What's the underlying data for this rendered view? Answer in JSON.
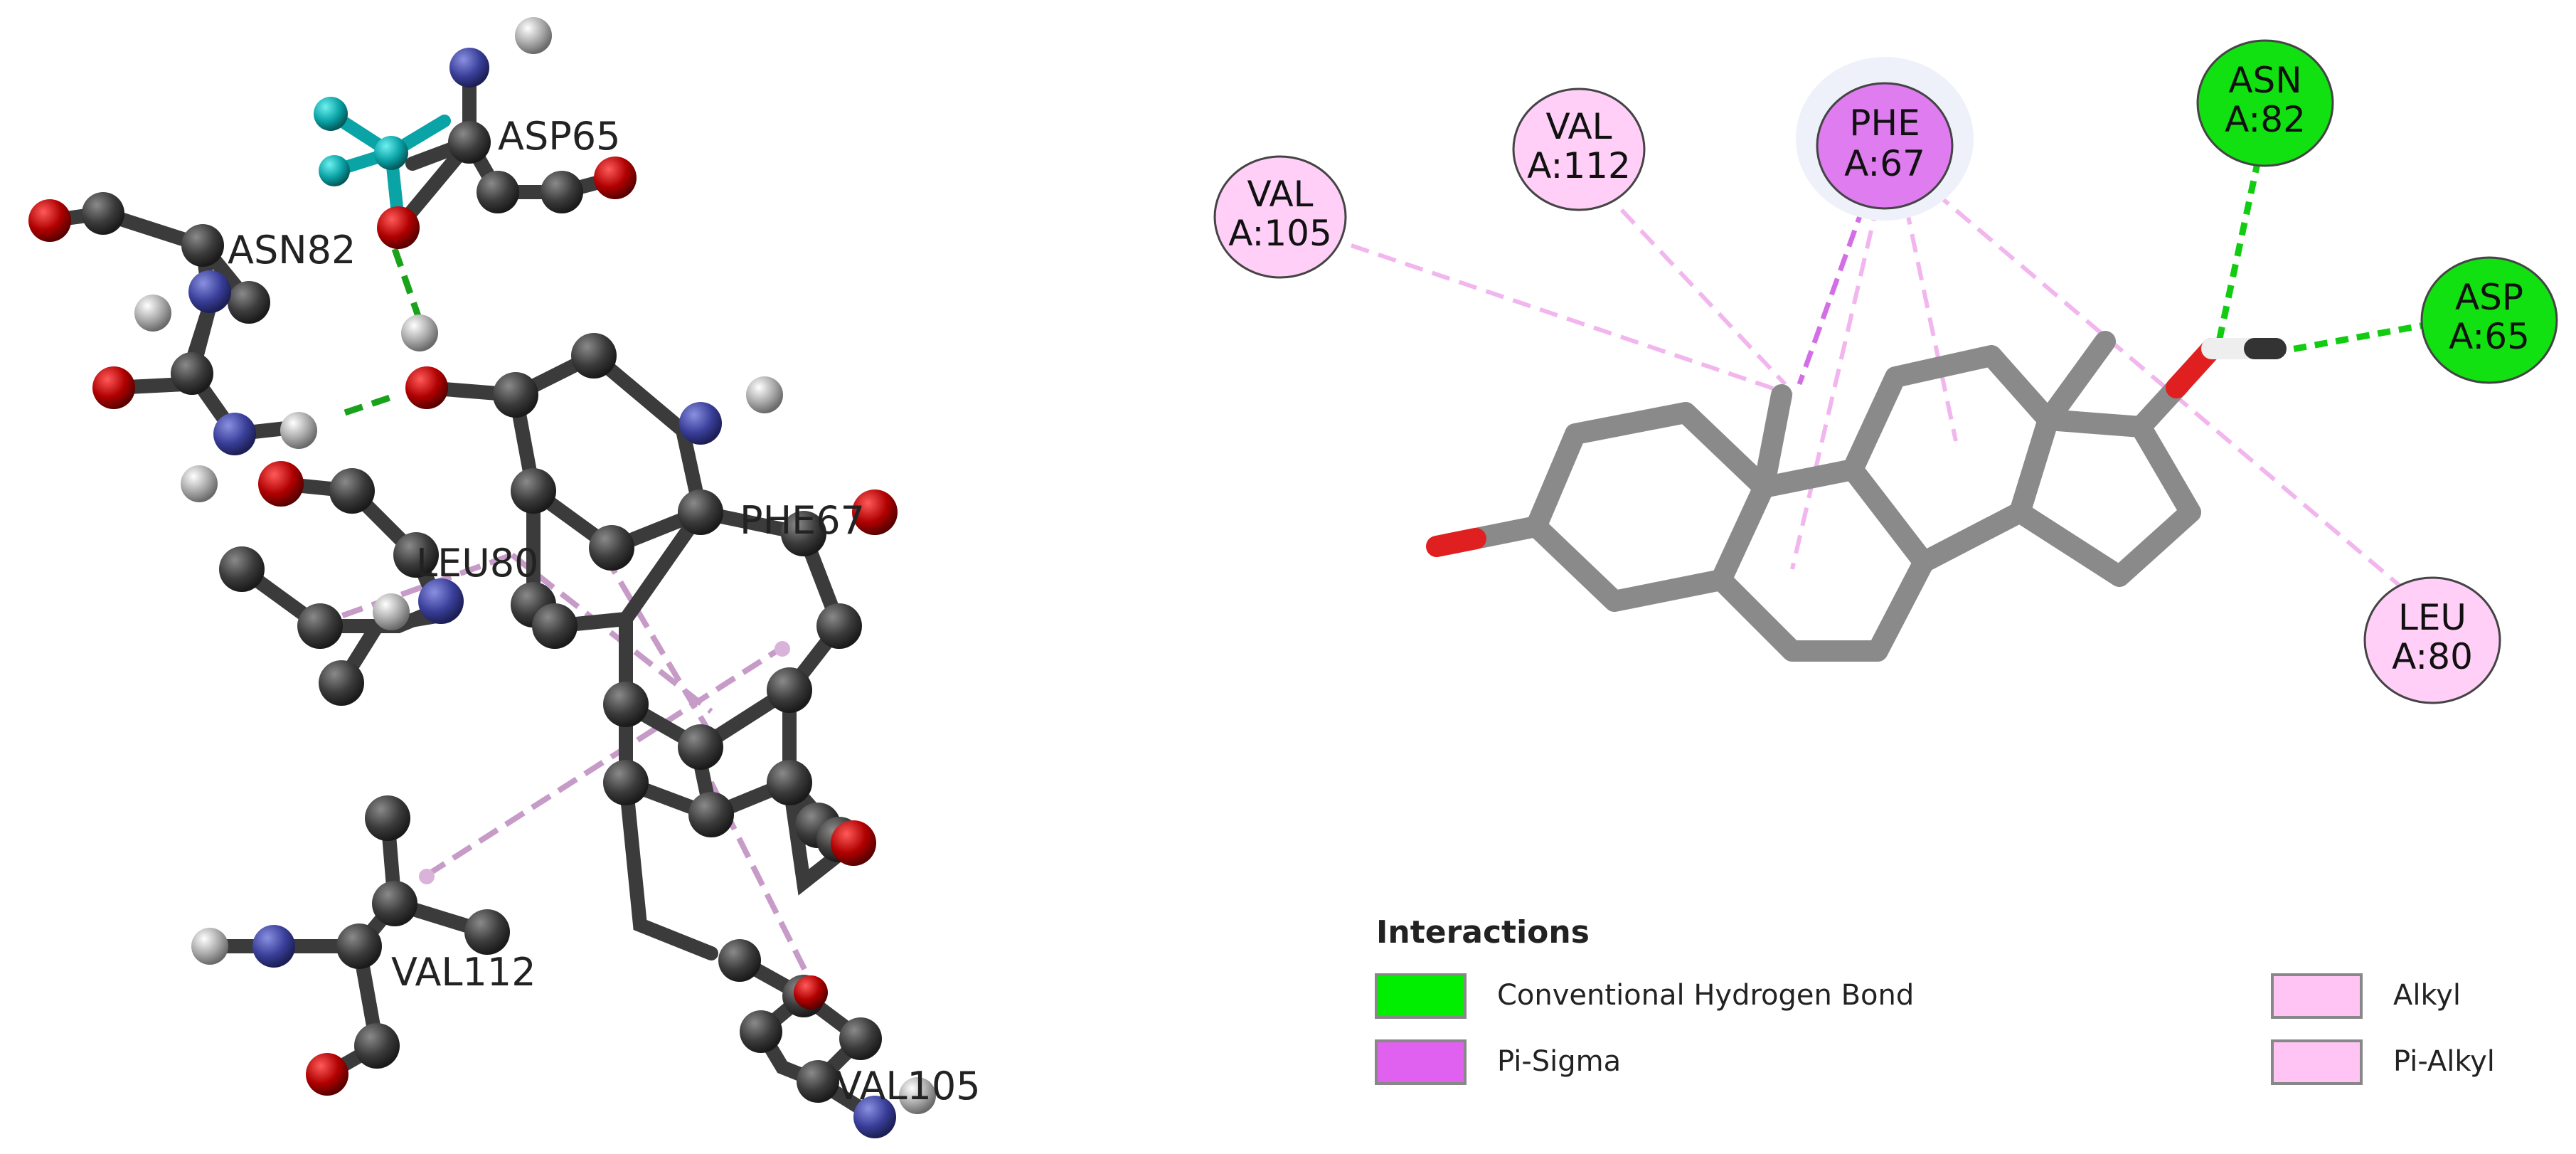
{
  "left_panel": {
    "residue_labels": [
      {
        "id": "asp65",
        "text": "ASP65"
      },
      {
        "id": "asn82",
        "text": "ASN82"
      },
      {
        "id": "leu80",
        "text": "LEU80"
      },
      {
        "id": "phe67",
        "text": "PHE67"
      },
      {
        "id": "val112",
        "text": "VAL112"
      },
      {
        "id": "val105",
        "text": "VAL105"
      }
    ],
    "atom_colors": {
      "carbon": "#3b3b3b",
      "oxygen": "#b00000",
      "nitrogen": "#3a3f9a",
      "hydrogen": "#9a9a9a",
      "fluorine": "#0aa3a6",
      "hbond": "#1aa31a",
      "pi_contact": "#c79bc7"
    }
  },
  "right_panel": {
    "residues": [
      {
        "id": "val105",
        "name": "VAL",
        "position": "A:105",
        "type": "Alkyl"
      },
      {
        "id": "val112",
        "name": "VAL",
        "position": "A:112",
        "type": "Alkyl"
      },
      {
        "id": "phe67",
        "name": "PHE",
        "position": "A:67",
        "type": "Pi-Sigma"
      },
      {
        "id": "asn82",
        "name": "ASN",
        "position": "A:82",
        "type": "Conventional Hydrogen Bond"
      },
      {
        "id": "asp65",
        "name": "ASP",
        "position": "A:65",
        "type": "Conventional Hydrogen Bond"
      },
      {
        "id": "leu80",
        "name": "LEU",
        "position": "A:80",
        "type": "Alkyl"
      }
    ],
    "ligand_colors": {
      "bond": "#8a8a8a",
      "oxygen": "#e02020",
      "hydrogen": "#eeeeee"
    }
  },
  "legend": {
    "title": "Interactions",
    "items": [
      {
        "label": "Conventional Hydrogen Bond",
        "color": "#00ee00"
      },
      {
        "label": "Pi-Sigma",
        "color": "#e060f0"
      },
      {
        "label": "Alkyl",
        "color": "#ffc4f4"
      },
      {
        "label": "Pi-Alkyl",
        "color": "#ffc4f4"
      }
    ]
  }
}
